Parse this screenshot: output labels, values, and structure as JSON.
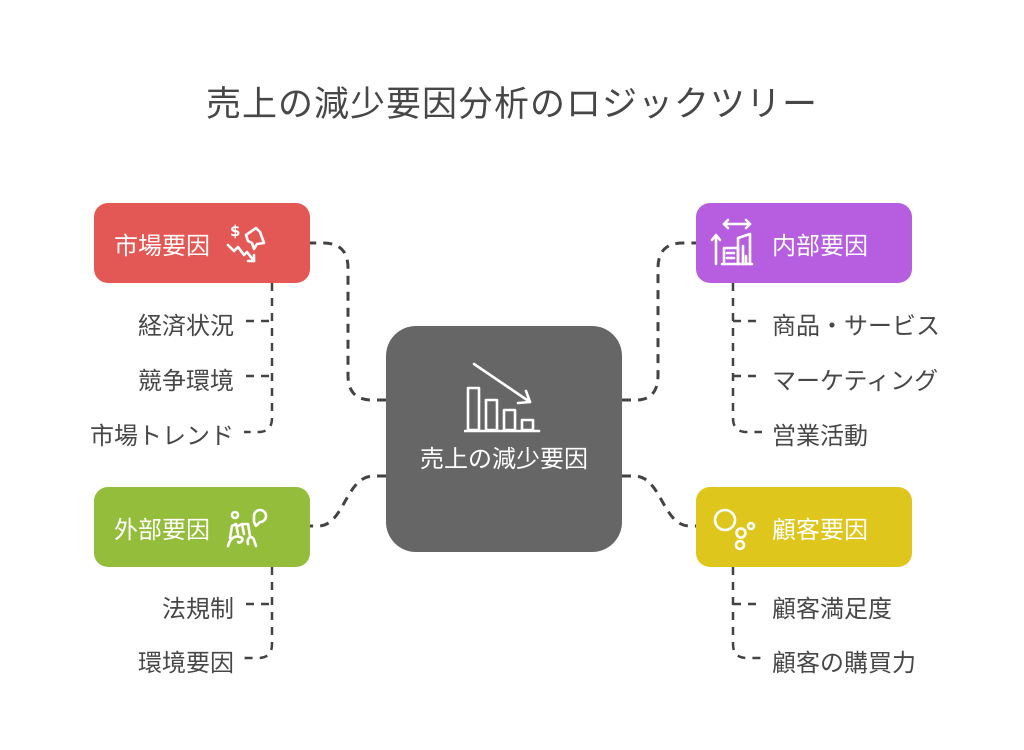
{
  "title": "売上の減少要因分析のロジックツリー",
  "center": {
    "label": "売上の減少要因",
    "icon": "declining-bar-chart-icon",
    "color": "#666666"
  },
  "branches": {
    "market": {
      "label": "市場要因",
      "icon": "declining-money-megaphone-icon",
      "color": "#e35854",
      "children": [
        "経済状況",
        "競争環境",
        "市場トレンド"
      ]
    },
    "internal": {
      "label": "内部要因",
      "icon": "building-growth-icon",
      "color": "#b75ee0",
      "children": [
        "商品・サービス",
        "マーケティング",
        "営業活動"
      ]
    },
    "external": {
      "label": "外部要因",
      "icon": "people-idea-icon",
      "color": "#93bd3a",
      "children": [
        "法規制",
        "環境要因"
      ]
    },
    "customer": {
      "label": "顧客要因",
      "icon": "bubbles-icon",
      "color": "#dfc61d",
      "children": [
        "顧客満足度",
        "顧客の購買力"
      ]
    }
  },
  "connector_color": "#434343",
  "text_color": "#474747"
}
